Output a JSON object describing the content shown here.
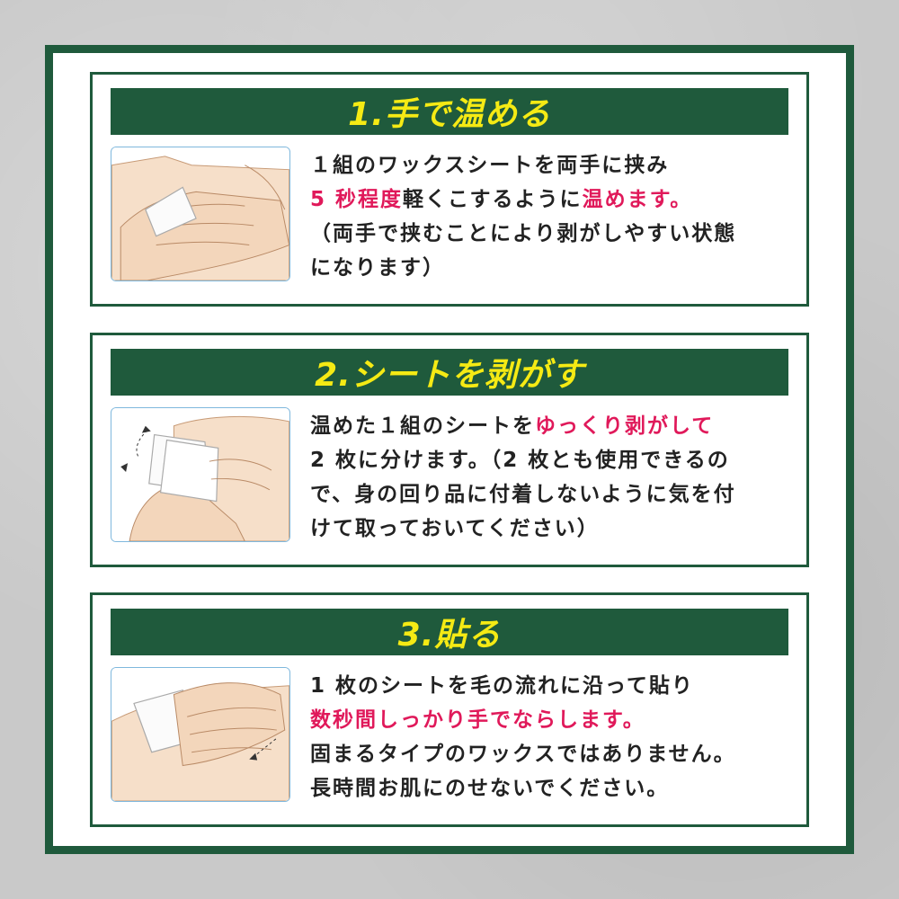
{
  "colors": {
    "accent_green": "#1f5a3c",
    "title_yellow": "#f5ea14",
    "highlight_pink": "#e0195a"
  },
  "steps": [
    {
      "title": "1.手で温める",
      "illustration": "hands-warming-wax-sheet-icon",
      "lines": [
        [
          {
            "text": "１組のワックスシートを両手に挟み",
            "hl": false
          }
        ],
        [
          {
            "text": "5 秒程度",
            "hl": true
          },
          {
            "text": "軽くこするように",
            "hl": false
          },
          {
            "text": "温めます。",
            "hl": true
          }
        ],
        [
          {
            "text": "（両手で挟むことにより剥がしやすい状態",
            "hl": false
          }
        ],
        [
          {
            "text": "になります）",
            "hl": false
          }
        ]
      ]
    },
    {
      "title": "2.シートを剥がす",
      "illustration": "peeling-wax-sheet-icon",
      "lines": [
        [
          {
            "text": "温めた１組のシートを",
            "hl": false
          },
          {
            "text": "ゆっくり剥がして",
            "hl": true
          }
        ],
        [
          {
            "text": "2 枚に分けます。（2 枚とも使用できるの",
            "hl": false
          }
        ],
        [
          {
            "text": "で、身の回り品に付着しないように気を付",
            "hl": false
          }
        ],
        [
          {
            "text": "けて取っておいてください）",
            "hl": false
          }
        ]
      ]
    },
    {
      "title": "3.貼る",
      "illustration": "applying-wax-sheet-icon",
      "lines": [
        [
          {
            "text": "1 枚のシートを毛の流れに沿って貼り",
            "hl": false
          }
        ],
        [
          {
            "text": "数秒間しっかり手でならします。",
            "hl": true
          }
        ],
        [
          {
            "text": "固まるタイプのワックスではありません。",
            "hl": false
          }
        ],
        [
          {
            "text": "長時間お肌にのせないでください。",
            "hl": false
          }
        ]
      ]
    }
  ]
}
